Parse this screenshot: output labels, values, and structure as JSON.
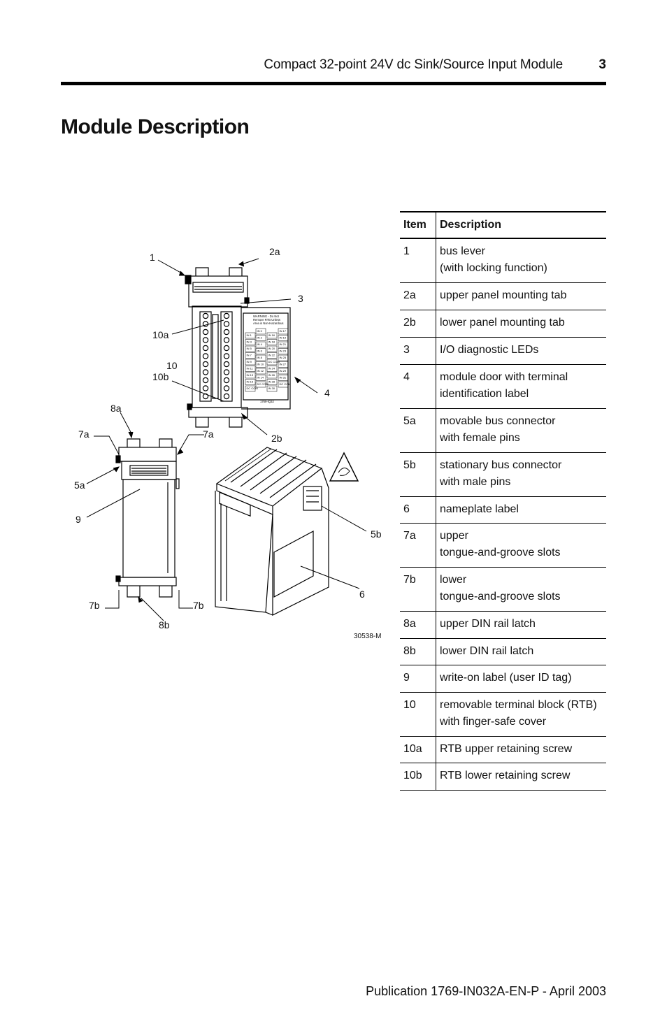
{
  "header": {
    "title": "Compact 32-point 24V dc Sink/Source Input Module",
    "page_number": "3"
  },
  "section_title": "Module Description",
  "figure": {
    "id": "30538-M",
    "callouts": {
      "c1": "1",
      "c2a": "2a",
      "c3": "3",
      "c10a": "10a",
      "c10": "10",
      "c10b": "10b",
      "c4": "4",
      "c8a": "8a",
      "c7a_left": "7a",
      "c7a_right": "7a",
      "c2b": "2b",
      "c5a": "5a",
      "c9": "9",
      "c5b": "5b",
      "c6": "6",
      "c7b_left": "7b",
      "c7b_right": "7b",
      "c8b": "8b"
    },
    "door_label": {
      "warning": "WARNING - Do Not",
      "warning2": "Remove RTB Unless",
      "warning3": "Area is Non-Hazardous",
      "col1": [
        "IN 0",
        "IN 2",
        "IN 4",
        "IN 6",
        "IN 8",
        "IN 10",
        "IN 12",
        "IN 14",
        "DC COM"
      ],
      "col0": [
        "IN 1",
        "IN 3",
        "IN 5",
        "IN 7",
        "IN 9",
        "IN 11",
        "IN 13",
        "IN 15",
        "DC COM"
      ],
      "col3": [
        "IN 17",
        "IN 19",
        "IN 21",
        "IN 23",
        "IN 25",
        "IN 27",
        "IN 29",
        "IN 31",
        "DC COM"
      ],
      "col2": [
        "IN 16",
        "IN 18",
        "IN 20",
        "IN 22",
        "DC COM",
        "IN 24",
        "IN 26",
        "IN 28",
        "IN 30"
      ],
      "catalog": "1769-IQ32"
    }
  },
  "table": {
    "headers": {
      "item": "Item",
      "description": "Description"
    },
    "rows": [
      {
        "item": "1",
        "line1": "bus lever",
        "line2": "(with locking function)"
      },
      {
        "item": "2a",
        "line1": "upper panel mounting tab",
        "line2": ""
      },
      {
        "item": "2b",
        "line1": "lower panel mounting tab",
        "line2": ""
      },
      {
        "item": "3",
        "line1": "I/O diagnostic LEDs",
        "line2": ""
      },
      {
        "item": "4",
        "line1": "module door with terminal",
        "line2": "identification label"
      },
      {
        "item": "5a",
        "line1": "movable bus connector",
        "line2": "with female pins"
      },
      {
        "item": "5b",
        "line1": "stationary bus connector",
        "line2": "with male pins"
      },
      {
        "item": "6",
        "line1": "nameplate label",
        "line2": ""
      },
      {
        "item": "7a",
        "line1": "upper",
        "line2": "tongue-and-groove slots"
      },
      {
        "item": "7b",
        "line1": "lower",
        "line2": "tongue-and-groove slots"
      },
      {
        "item": "8a",
        "line1": "upper DIN rail latch",
        "line2": ""
      },
      {
        "item": "8b",
        "line1": "lower DIN rail latch",
        "line2": ""
      },
      {
        "item": "9",
        "line1": "write-on label (user ID tag)",
        "line2": ""
      },
      {
        "item": "10",
        "line1": "removable terminal block (RTB)",
        "line2": "with finger-safe cover"
      },
      {
        "item": "10a",
        "line1": "RTB upper retaining screw",
        "line2": ""
      },
      {
        "item": "10b",
        "line1": "RTB lower retaining screw",
        "line2": ""
      }
    ]
  },
  "footer": {
    "publication": "Publication 1769-IN032A-EN-P - April 2003"
  }
}
